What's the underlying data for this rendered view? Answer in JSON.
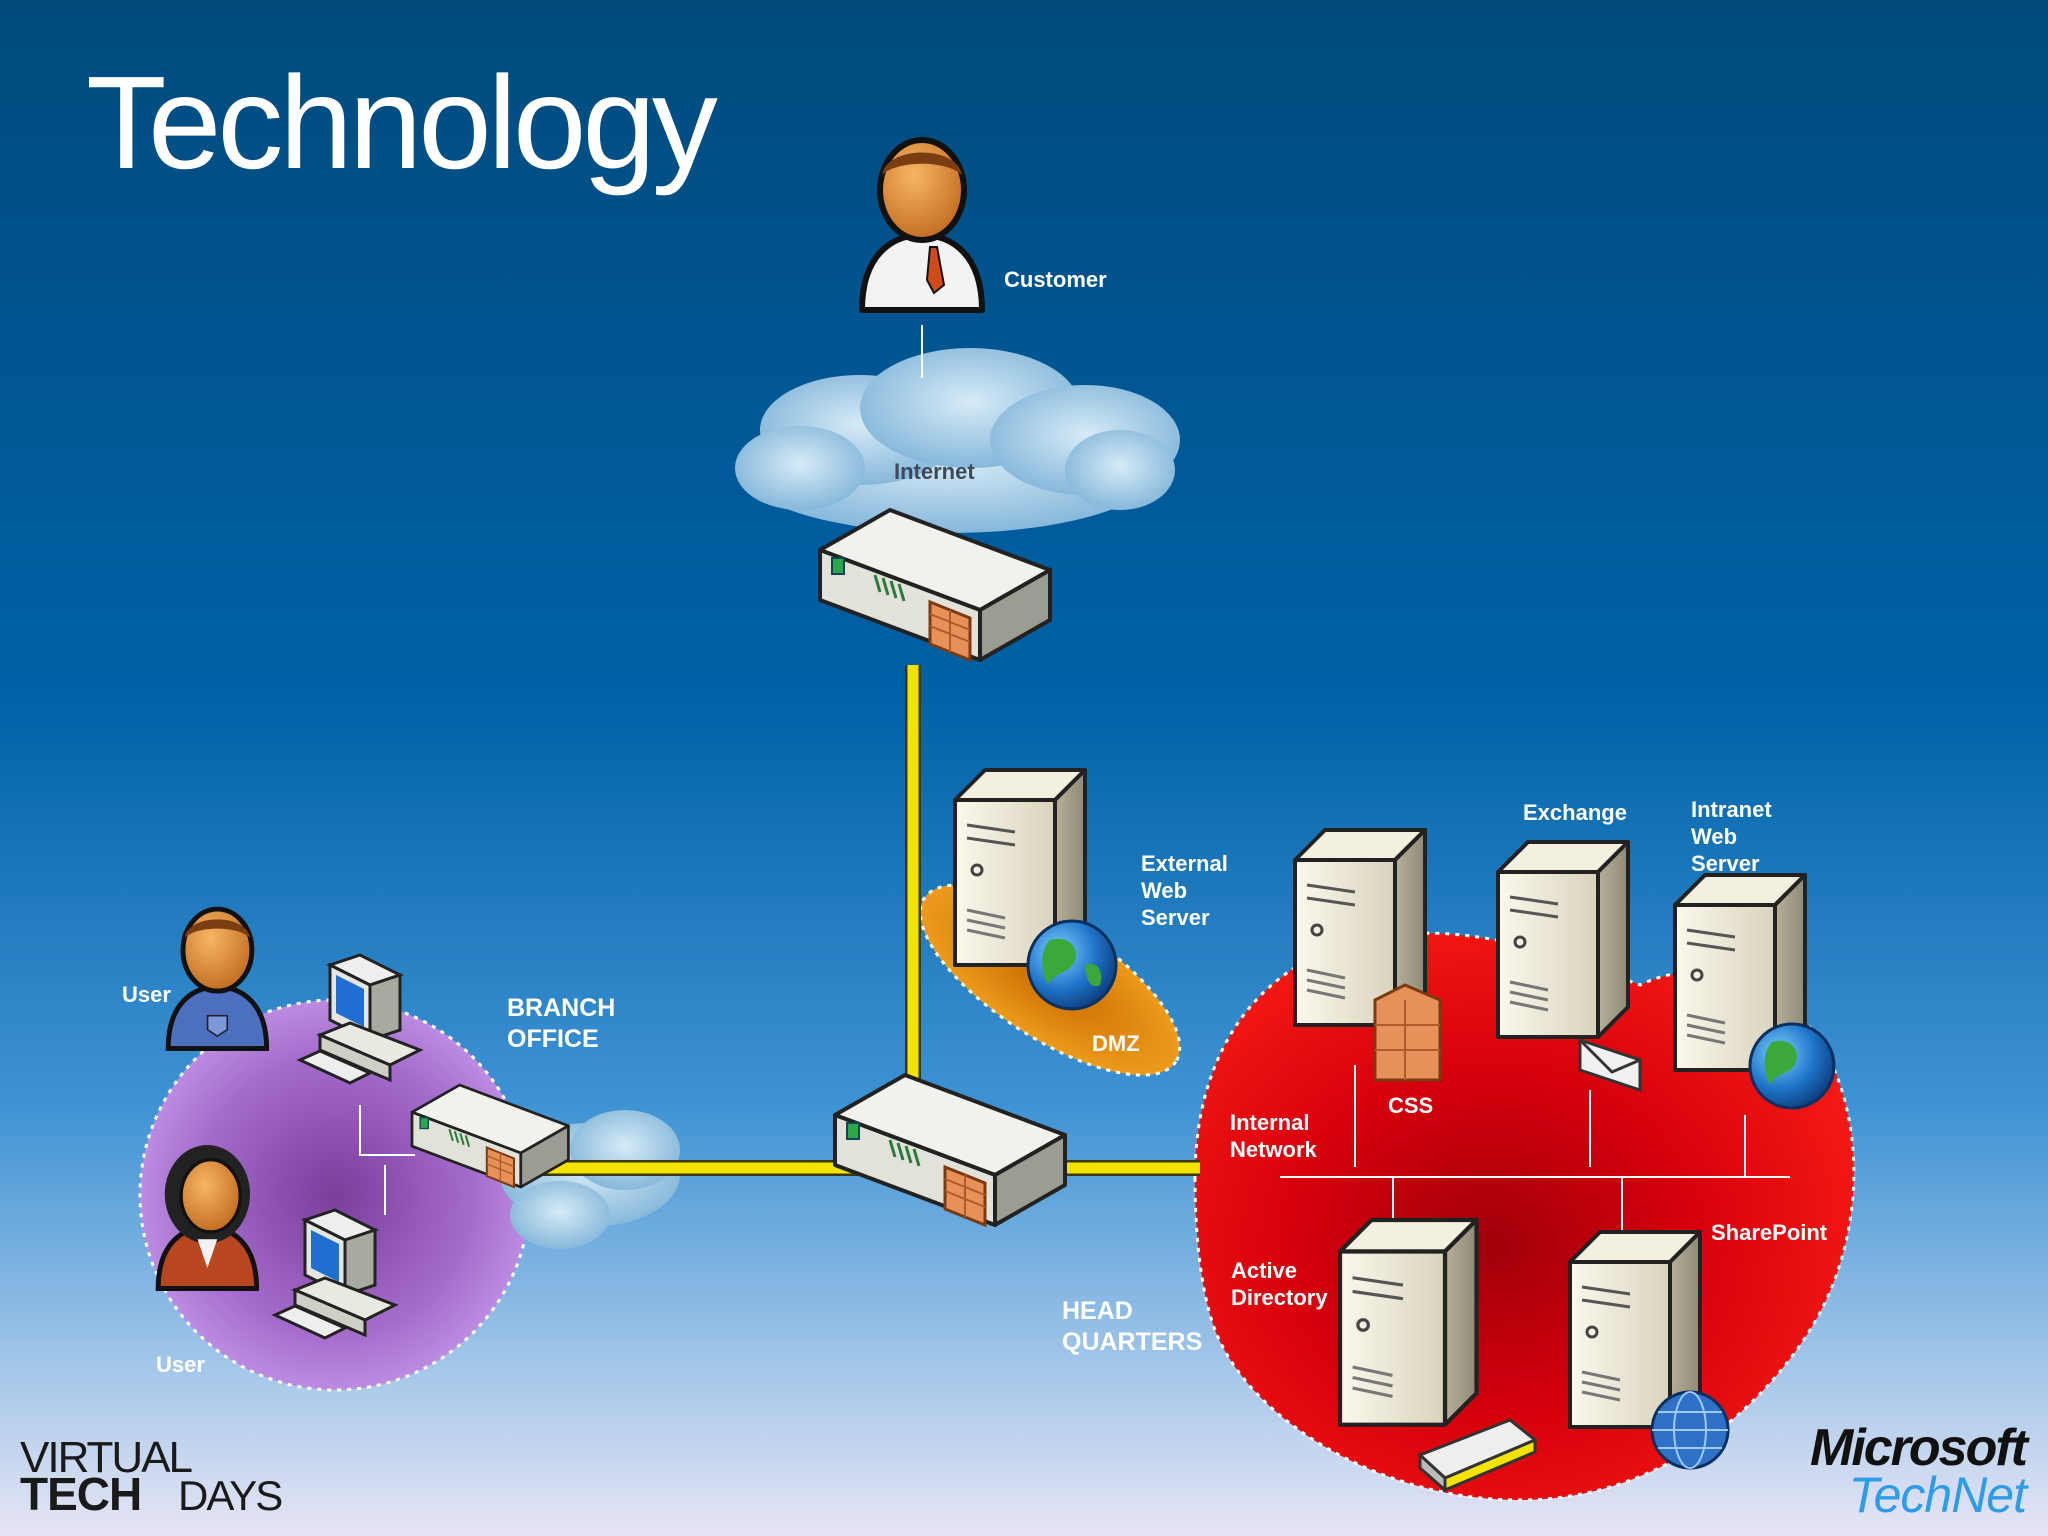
{
  "slide": {
    "title": "Technology"
  },
  "nodes": {
    "customer": "Customer",
    "internet": "Internet",
    "external_web_server": [
      "External",
      "Web",
      "Server"
    ],
    "dmz": "DMZ",
    "branch_office": [
      "BRANCH",
      "OFFICE"
    ],
    "user_top": "User",
    "user_bottom": "User",
    "head_quarters": [
      "HEAD",
      "QUARTERS"
    ],
    "internal_network": [
      "Internal",
      "Network"
    ],
    "css": "CSS",
    "exchange": "Exchange",
    "intranet_web_server": [
      "Intranet",
      "Web",
      "Server"
    ],
    "sharepoint": "SharePoint",
    "active_directory": [
      "Active",
      "Directory"
    ]
  },
  "branding": {
    "virtual": "VIRTUAL",
    "tech": "TECH",
    "days": "DAYS",
    "microsoft": "Microsoft",
    "technet": "TechNet"
  },
  "colors": {
    "link_yellow": "#f2e400",
    "hq_red": "#d9000a",
    "branch_purple": "#b27bd6",
    "dmz_orange": "#f0a01a",
    "technet_blue": "#2f9ce8"
  }
}
